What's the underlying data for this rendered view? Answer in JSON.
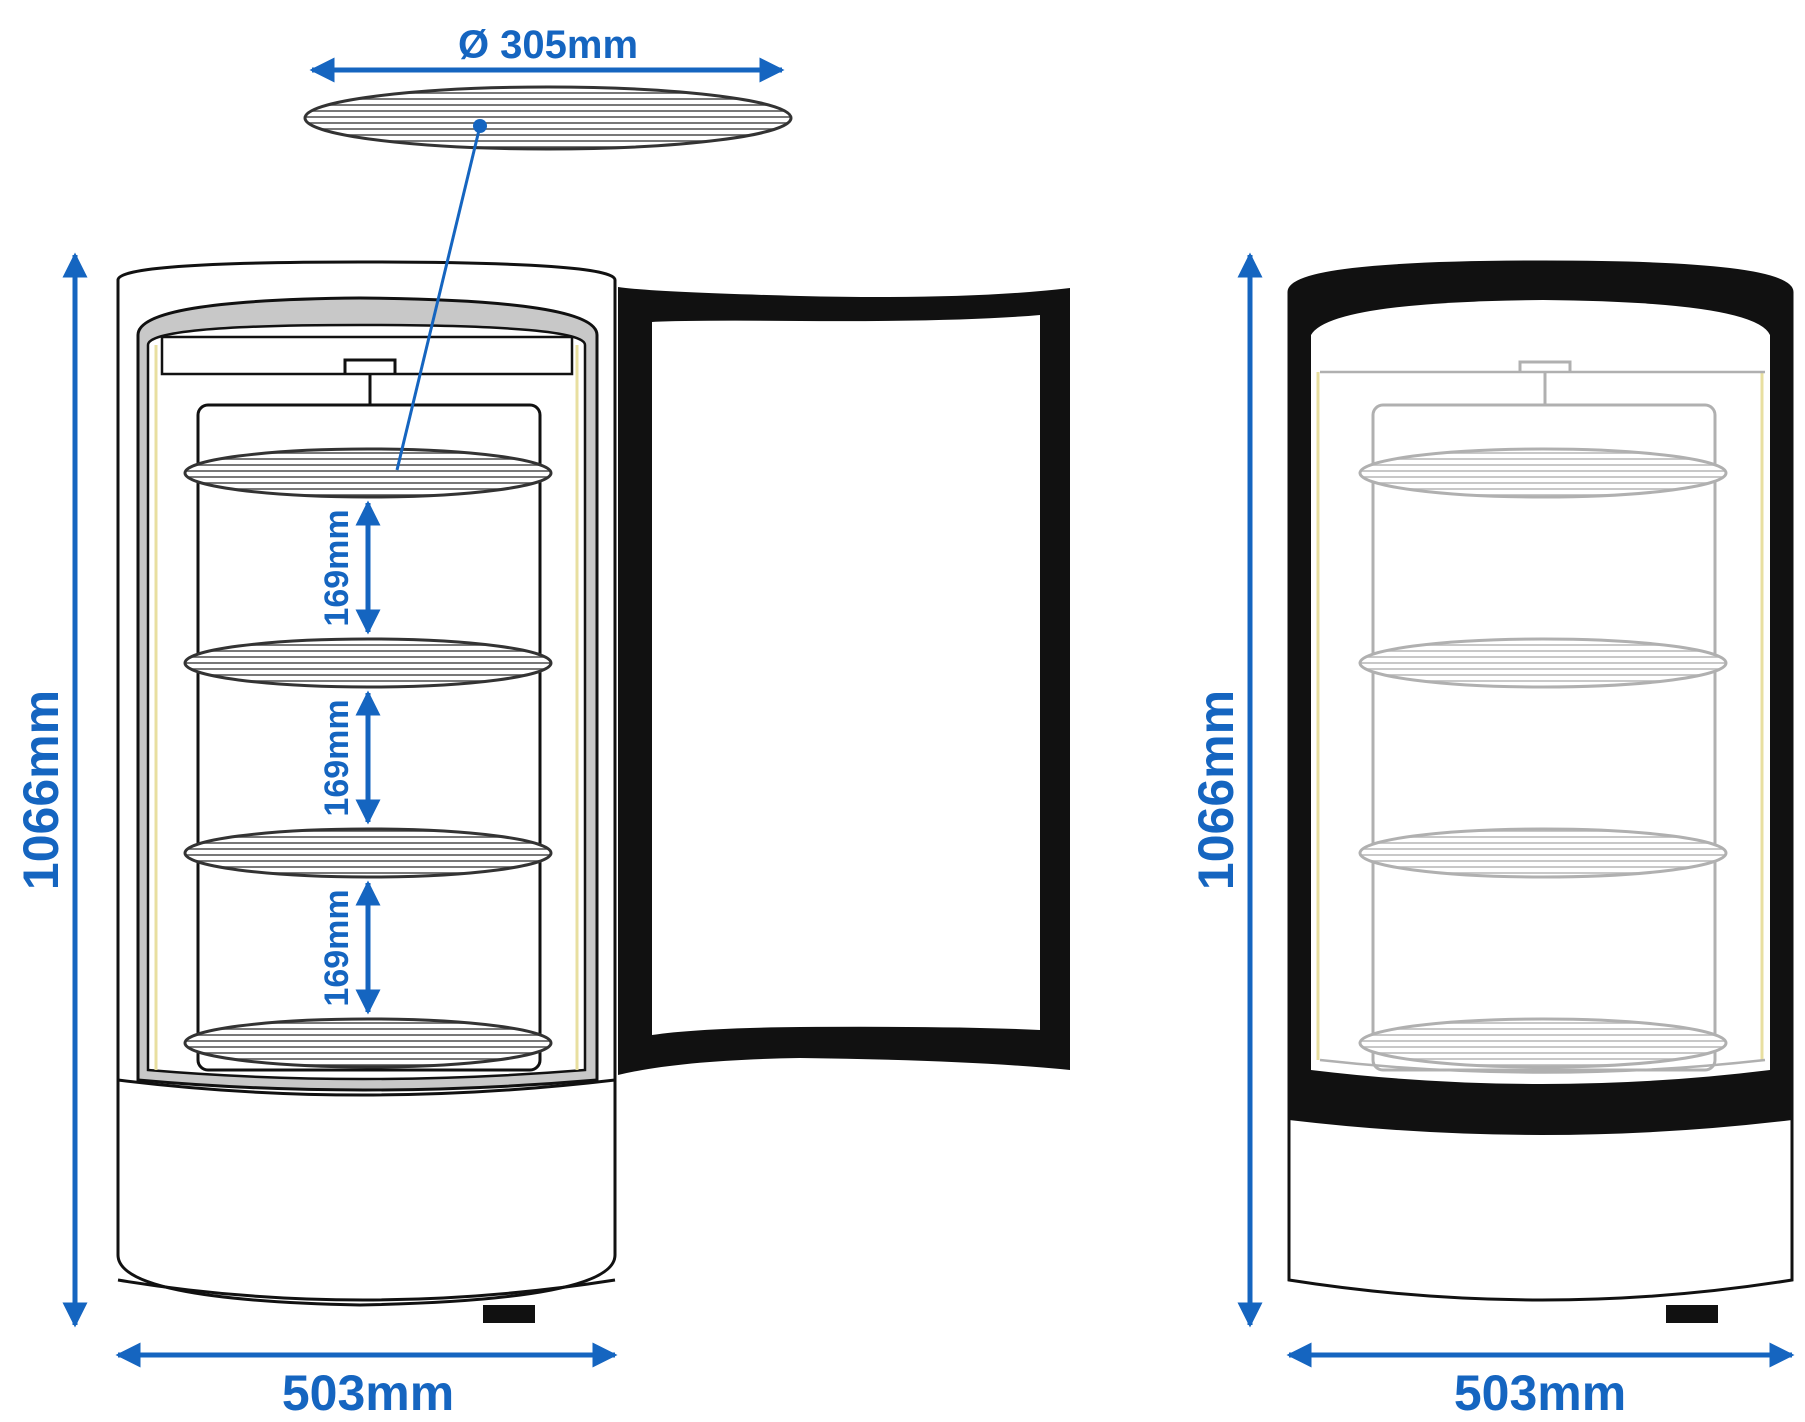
{
  "diagram": {
    "accent_color": "#1565c0",
    "line_color": "#111111",
    "glass_color": "#b0b0b0",
    "labels": {
      "shelf_diameter": "Ø 305mm",
      "height_left": "1066mm",
      "height_right": "1066mm",
      "width_left": "503mm",
      "width_right": "503mm",
      "shelf_spacing": [
        "169mm",
        "169mm",
        "169mm"
      ]
    }
  }
}
